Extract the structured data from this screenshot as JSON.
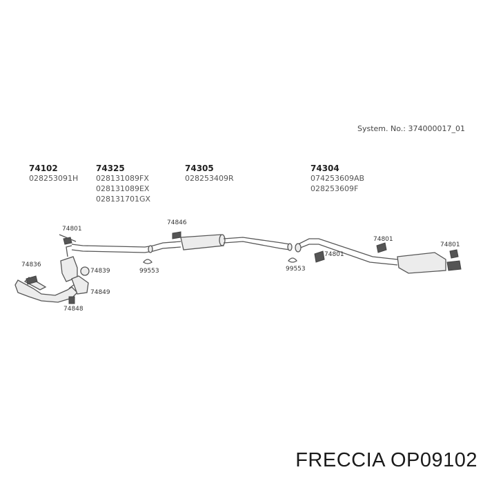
{
  "system_number": "System. No.: 374000017_01",
  "parts": [
    {
      "number": "74102",
      "refs": [
        "028253091H"
      ]
    },
    {
      "number": "74325",
      "refs": [
        "028131089FX",
        "028131089EX",
        "028131701GX"
      ]
    },
    {
      "number": "74305",
      "refs": [
        "028253409R"
      ]
    },
    {
      "number": "74304",
      "refs": [
        "074253609AB",
        "028253609F"
      ]
    }
  ],
  "callouts": {
    "c74801a": "74801",
    "c74846": "74846",
    "c74836": "74836",
    "c74839": "74839",
    "c74849": "74849",
    "c74848": "74848",
    "c99553a": "99553",
    "c99553b": "99553",
    "c74801b": "74801",
    "c74801c": "74801",
    "c74801d": "74801"
  },
  "footer": "FRECCIA OP09102"
}
